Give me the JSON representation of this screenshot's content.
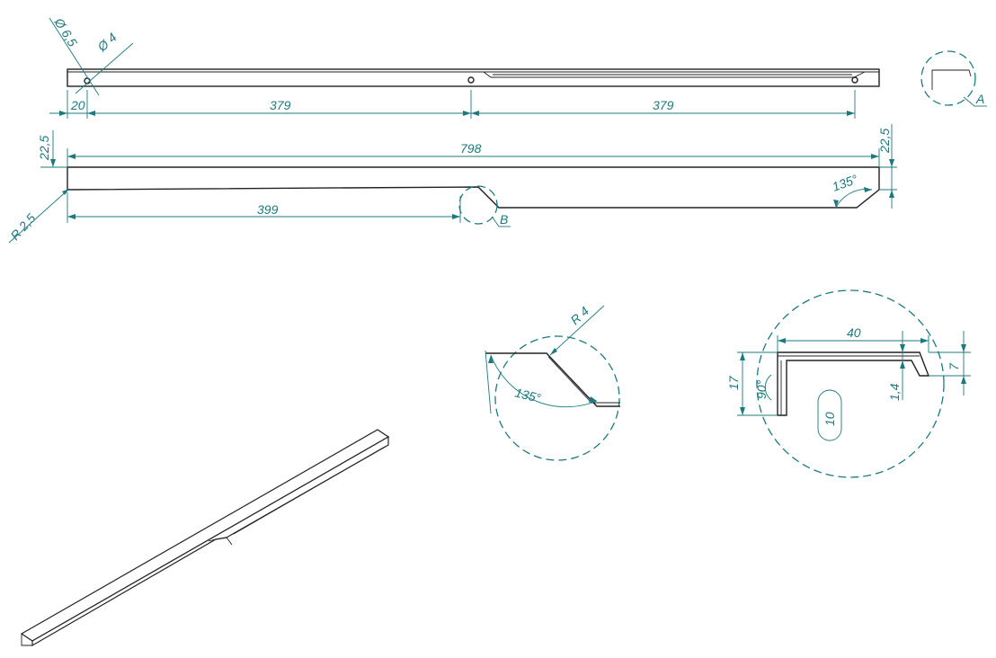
{
  "colors": {
    "dimension": "#1c7a7f",
    "outline": "#222222",
    "background": "#ffffff"
  },
  "top_view": {
    "hole_large_diameter": "Ø 6,5",
    "hole_small_diameter": "Ø 4",
    "offset": "20",
    "spacing_left": "379",
    "spacing_right": "379",
    "detail_marker": "A"
  },
  "front_view": {
    "total_length": "798",
    "height_left": "22,5",
    "height_right": "22,5",
    "radius": "R 2,5",
    "notch_position": "399",
    "end_angle": "135°",
    "detail_marker": "B"
  },
  "detail_b": {
    "radius": "R 4",
    "angle": "135°"
  },
  "detail_a": {
    "width": "40",
    "height": "17",
    "angle": "90°",
    "wall": "1,4",
    "lip": "7",
    "slot": "10"
  }
}
